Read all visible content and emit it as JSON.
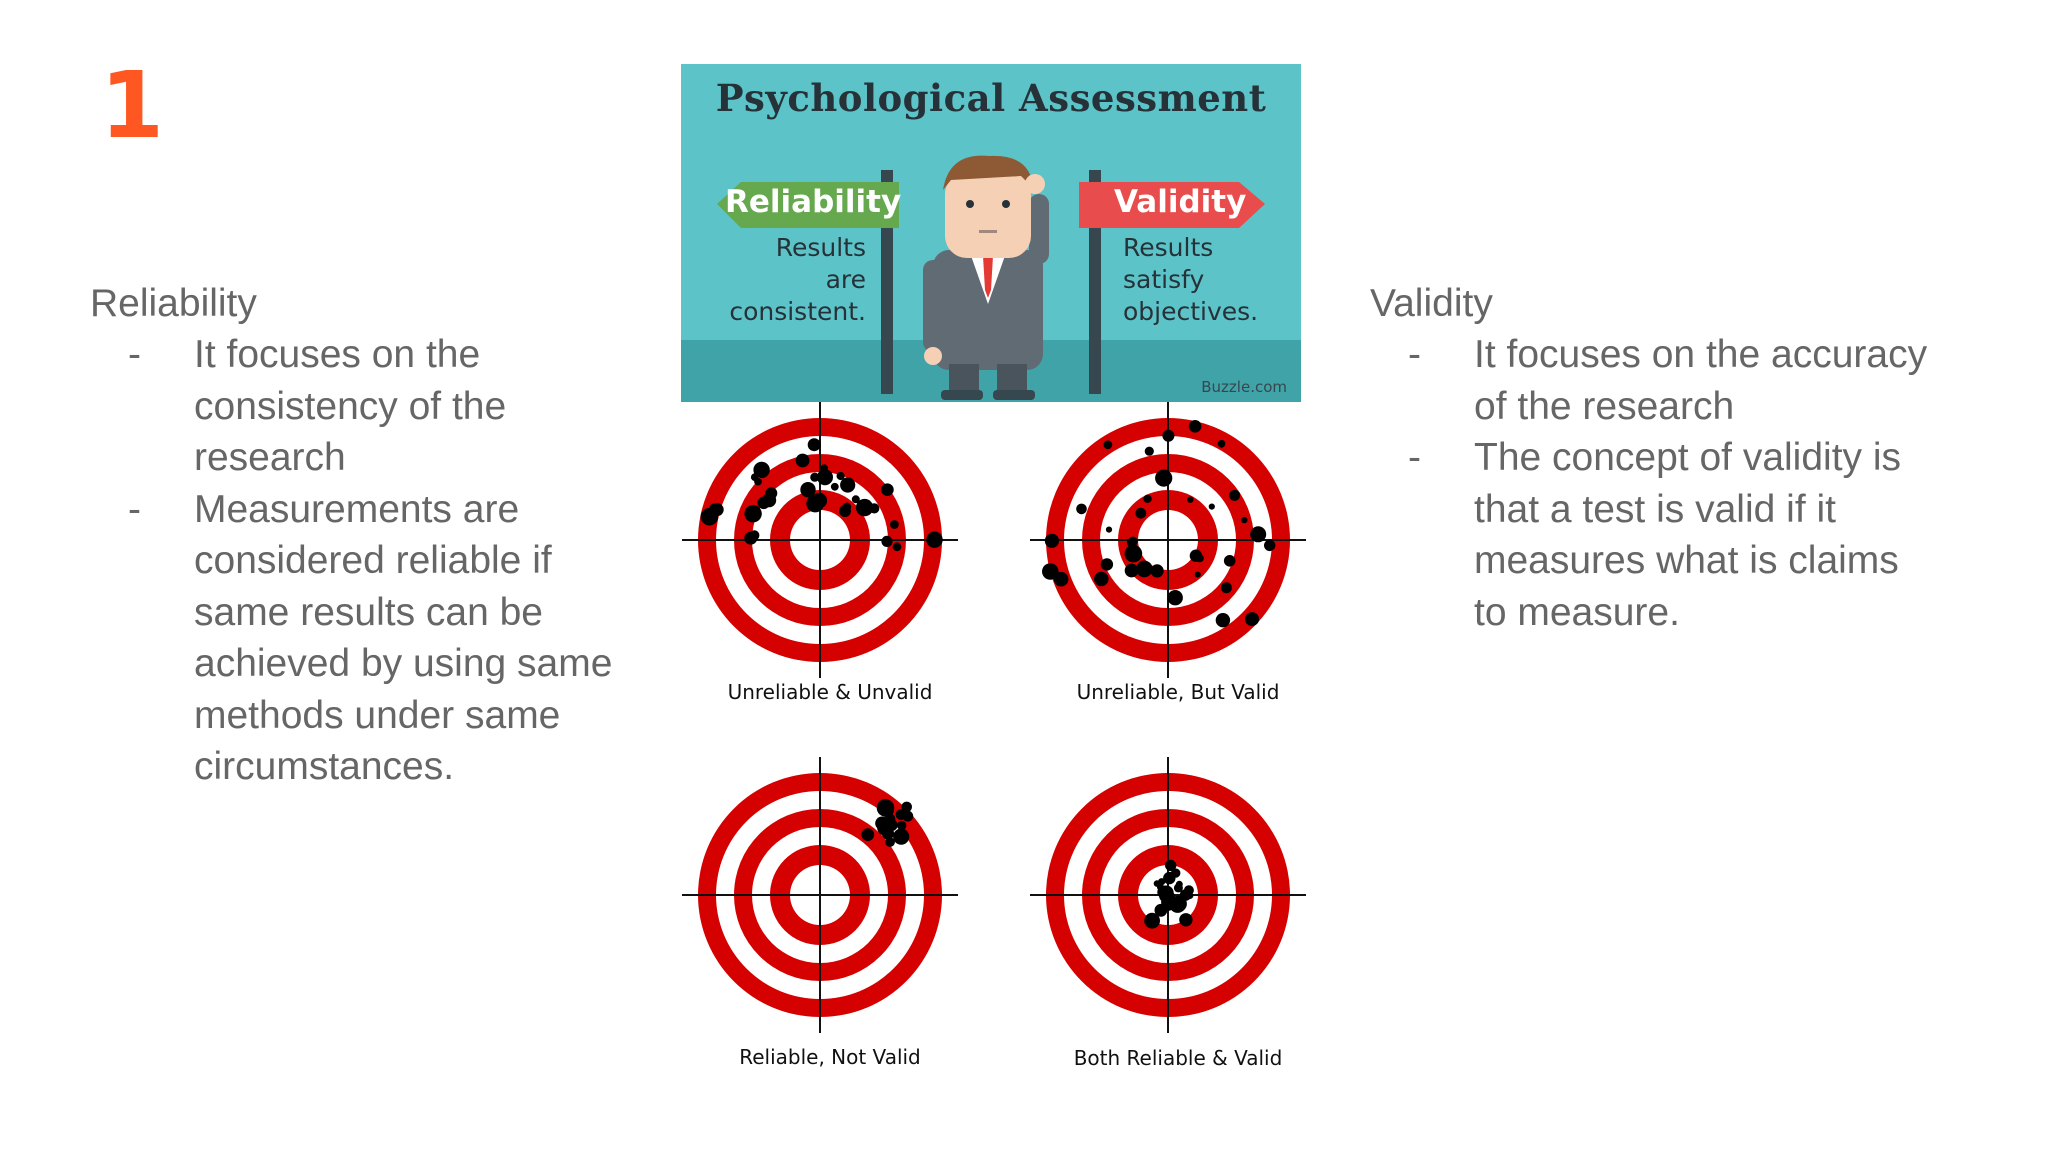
{
  "slide": {
    "number": "1"
  },
  "left_column": {
    "heading": "Reliability",
    "bullets": [
      {
        "marker": "-",
        "lines": [
          "It focuses on the",
          "consistency of the",
          "research"
        ]
      },
      {
        "marker": "-",
        "lines": [
          "Measurements are",
          "considered reliable if",
          "same results can be",
          "achieved by using same",
          "methods under same",
          "circumstances."
        ]
      }
    ]
  },
  "right_column": {
    "heading": "Validity",
    "bullets": [
      {
        "marker": "-",
        "lines": [
          "It focuses on the accuracy",
          "of the research"
        ]
      },
      {
        "marker": "-",
        "lines": [
          "The concept of validity is",
          "that a test is valid if it",
          "measures what is claims",
          "to measure."
        ]
      }
    ]
  },
  "banner": {
    "title": "Psychological Assessment",
    "left_sign": "Reliability",
    "left_text": [
      "Results",
      "are",
      "consistent."
    ],
    "right_sign": "Validity",
    "right_text": [
      "Results",
      "satisfy",
      "objectives."
    ],
    "credit": "Buzzle.com",
    "colors": {
      "background": "#5cc3c8",
      "left_sign": "#66a84e",
      "right_sign": "#e84c4c"
    }
  },
  "targets": [
    {
      "caption": "Unreliable & Unvalid",
      "pattern": "scattered-off-center"
    },
    {
      "caption": "Unreliable, But Valid",
      "pattern": "scattered-around-center"
    },
    {
      "caption": "Reliable, Not Valid",
      "pattern": "cluster-off-center"
    },
    {
      "caption": "Both Reliable & Valid",
      "pattern": "cluster-center"
    }
  ],
  "colors": {
    "accent": "#ff5722",
    "body_text": "#666666",
    "target_red": "#d50000"
  }
}
